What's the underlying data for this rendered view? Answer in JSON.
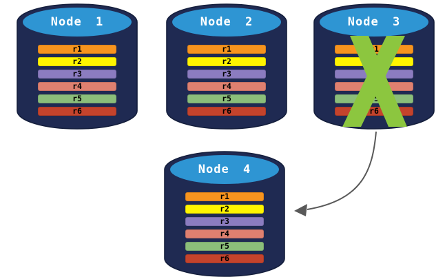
{
  "colors": {
    "cylinder_body": "#1F2A52",
    "cylinder_top": "#2E95D3",
    "cylinder_outline": "#141E3C",
    "row_text": "#000000",
    "title_text": "#FFFFFF"
  },
  "overlay": {
    "cross_icon": "x-mark",
    "cross_color": "#8CC63F",
    "arrow_icon": "curved-arrow",
    "arrow_color": "#595959"
  },
  "nodes": [
    {
      "title": "Node 1",
      "rows": [
        {
          "label": "r1",
          "color": "#F7941E"
        },
        {
          "label": "r2",
          "color": "#FFF500"
        },
        {
          "label": "r3",
          "color": "#8B7CC0"
        },
        {
          "label": "r4",
          "color": "#DF8070"
        },
        {
          "label": "r5",
          "color": "#8BBE7A"
        },
        {
          "label": "r6",
          "color": "#C4432C"
        }
      ]
    },
    {
      "title": "Node 2",
      "rows": [
        {
          "label": "r1",
          "color": "#F7941E"
        },
        {
          "label": "r2",
          "color": "#FFF500"
        },
        {
          "label": "r3",
          "color": "#8B7CC0"
        },
        {
          "label": "r4",
          "color": "#DF8070"
        },
        {
          "label": "r5",
          "color": "#8BBE7A"
        },
        {
          "label": "r6",
          "color": "#C4432C"
        }
      ]
    },
    {
      "title": "Node 3",
      "rows": [
        {
          "label": "r1",
          "color": "#F7941E"
        },
        {
          "label": "r2",
          "color": "#FFF500"
        },
        {
          "label": "r3",
          "color": "#8B7CC0"
        },
        {
          "label": "r4",
          "color": "#DF8070"
        },
        {
          "label": "r5",
          "color": "#8BBE7A"
        },
        {
          "label": "r6",
          "color": "#C4432C"
        }
      ]
    },
    {
      "title": "Node 4",
      "rows": [
        {
          "label": "r1",
          "color": "#F7941E"
        },
        {
          "label": "r2",
          "color": "#FFF500"
        },
        {
          "label": "r3",
          "color": "#8B7CC0"
        },
        {
          "label": "r4",
          "color": "#DF8070"
        },
        {
          "label": "r5",
          "color": "#8BBE7A"
        },
        {
          "label": "r6",
          "color": "#C4432C"
        }
      ]
    }
  ]
}
